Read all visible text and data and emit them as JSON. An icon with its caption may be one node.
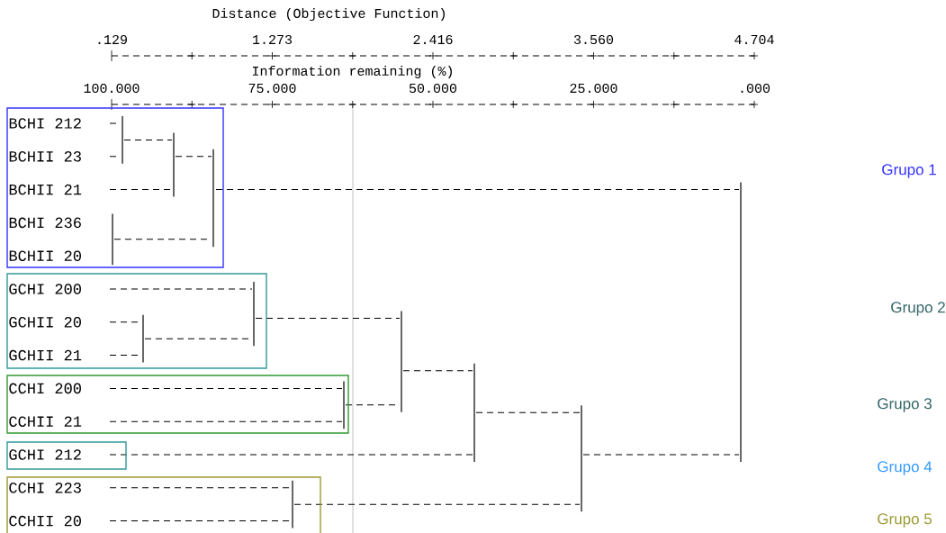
{
  "diagram": {
    "nodes": [
      {
        "text": [
          "BCHI 212",
          "BCHII 23",
          "BCHII 21",
          "BCHI 236",
          "BCHII 20"
        ]
      },
      {
        "text": [
          "GCHI 200",
          "GCHII 20",
          "GCHII 21"
        ]
      },
      {
        "text": [
          "CCHI 200",
          "CCHII 21"
        ]
      },
      {
        "text": [
          "GCHI 212"
        ]
      },
      {
        "text": [
          "CCHI 223",
          "CCHII 20"
        ]
      }
    ],
    "labels": [
      "Distance (Objective Function)",
      ".129",
      "1.273",
      "2.416",
      "3.560",
      "4.704",
      "Information remaining (%)",
      "100.000",
      "75.000",
      "50.000",
      "25.000",
      ".000",
      "Grupo 1",
      "Grupo 2",
      "Grupo 3",
      "Grupo 4",
      "Grupo 5"
    ]
  }
}
